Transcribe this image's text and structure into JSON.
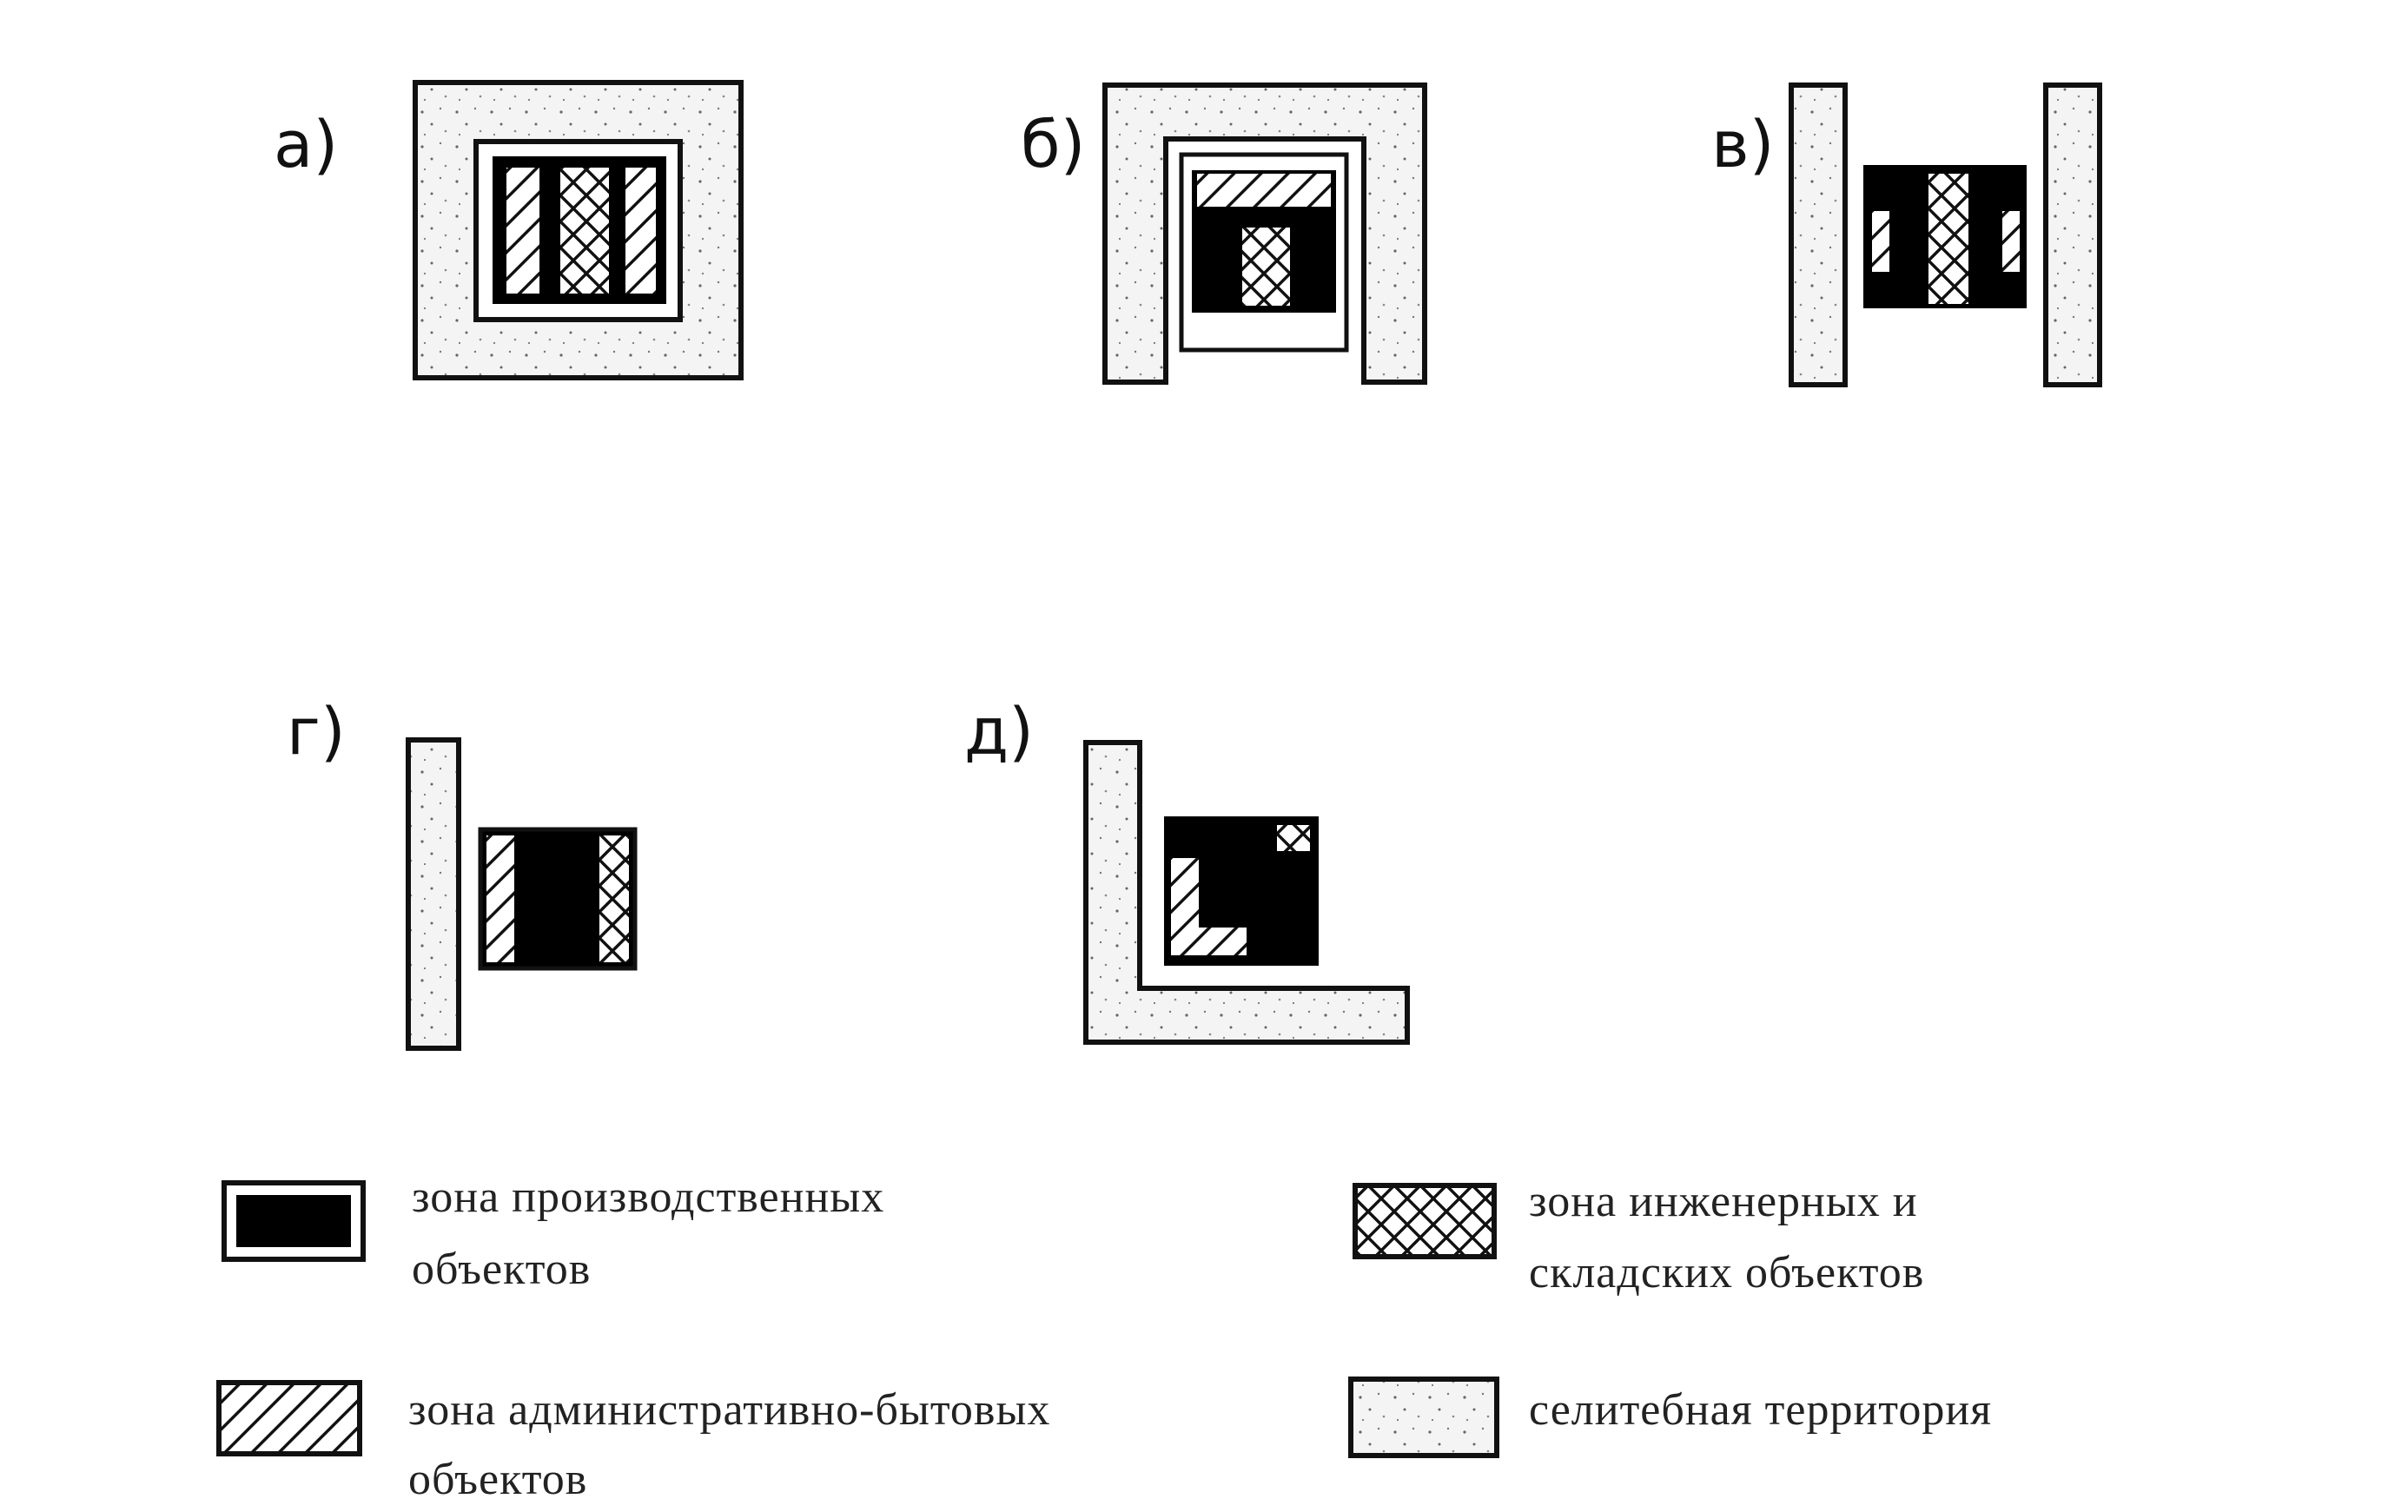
{
  "panels": [
    {
      "id": "a",
      "label": "а)"
    },
    {
      "id": "b",
      "label": "б)"
    },
    {
      "id": "v",
      "label": "в)"
    },
    {
      "id": "g",
      "label": "г)"
    },
    {
      "id": "d",
      "label": "д)"
    }
  ],
  "legend": {
    "production": {
      "line1": "зона производственных",
      "line2": "объектов"
    },
    "administrative": {
      "line1": "зона административно-бытовых",
      "line2": "объектов"
    },
    "engineering": {
      "line1": "зона инженерных и",
      "line2": "складских объектов"
    },
    "residential": {
      "line1": "селитебная территория"
    }
  },
  "colors": {
    "production": "#000000",
    "residential": "#f4f4f4",
    "outline": "#111111"
  }
}
